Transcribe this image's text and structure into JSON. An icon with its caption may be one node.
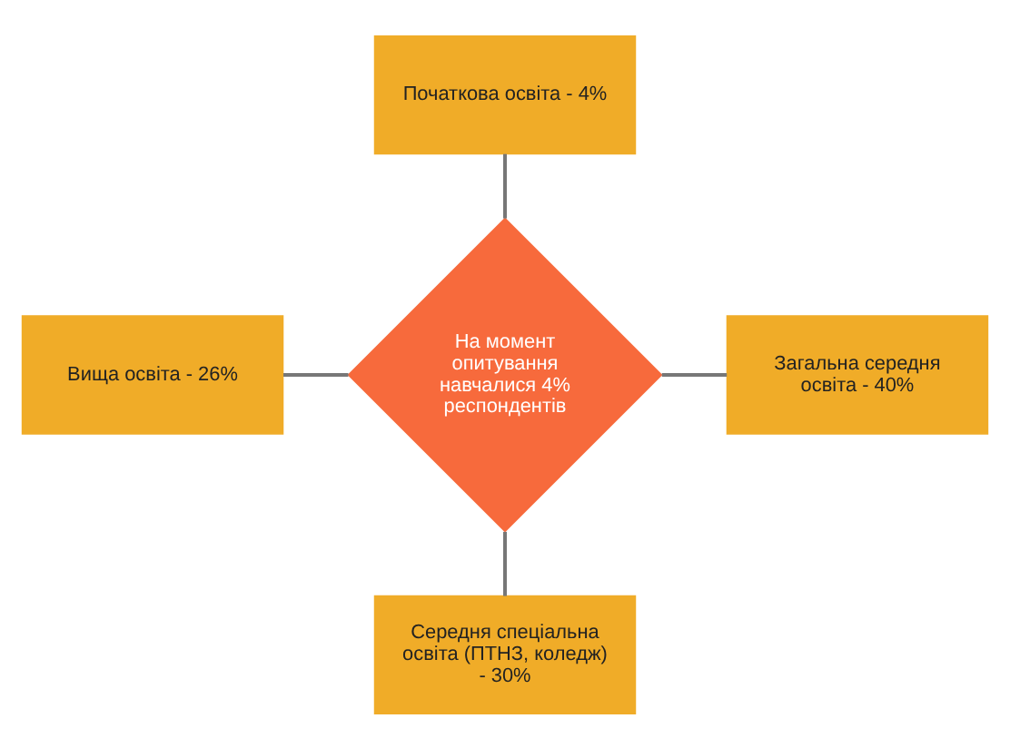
{
  "diagram": {
    "nodes": [
      {
        "text": [
          "Початкова освіта - 4%"
        ]
      },
      {
        "text": [
          "Вища освіта - 26%"
        ]
      },
      {
        "text": [
          "На момент опитування навчалися 4% респондентів"
        ]
      },
      {
        "text": [
          "Загальна середня освіта - 40%"
        ]
      },
      {
        "text": [
          "Середня спеціальна освіта (ПТНЗ, коледж) - 30%"
        ]
      }
    ],
    "edges": [
      {
        "from": 0,
        "to": 2,
        "arrow": "none"
      },
      {
        "from": 1,
        "to": 2,
        "arrow": "none"
      },
      {
        "from": 2,
        "to": 3,
        "arrow": "none"
      },
      {
        "from": 2,
        "to": 4,
        "arrow": "none"
      }
    ]
  }
}
